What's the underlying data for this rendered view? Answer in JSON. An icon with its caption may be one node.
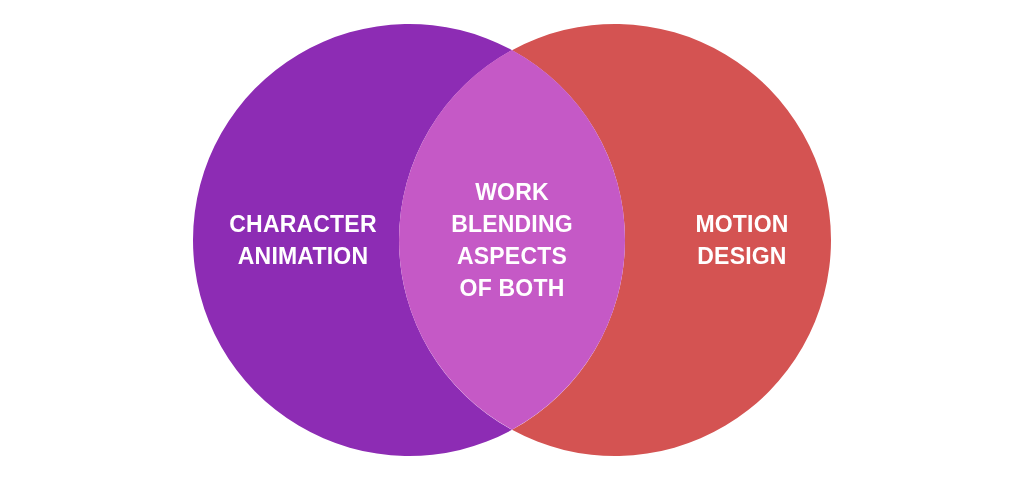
{
  "diagram": {
    "nodes": [
      {
        "text": [
          "CHARACTER ANIMATION"
        ]
      },
      {
        "text": [
          "MOTION DESIGN"
        ]
      },
      {
        "text": [
          "WORK BLENDING ASPECTS OF BOTH"
        ]
      }
    ]
  }
}
